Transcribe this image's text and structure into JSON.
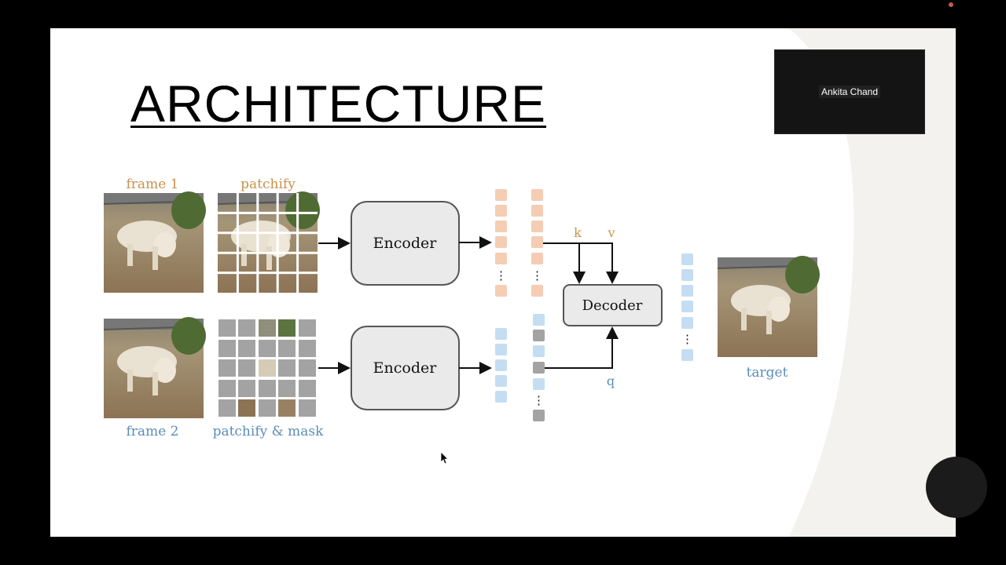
{
  "slide": {
    "title": "ARCHITECTURE"
  },
  "video_tile": {
    "participant_name": "Ankita Chand"
  },
  "diagram": {
    "labels": {
      "frame1": "frame 1",
      "patchify": "patchify",
      "frame2": "frame 2",
      "patchify_mask": "patchify & mask",
      "target": "target",
      "k": "k",
      "v": "v",
      "q": "q",
      "dots": "⋮"
    },
    "blocks": {
      "encoder_top": "Encoder",
      "encoder_bottom": "Encoder",
      "decoder": "Decoder"
    },
    "colors": {
      "orange_label": "#C8924B",
      "blue_label": "#5B8DB8",
      "orange_token": "#F4CDB3",
      "blue_token": "#C5DDF3",
      "mask_token": "#A3A3A3",
      "block_fill": "#EAEAEA",
      "block_stroke": "#555555"
    }
  }
}
